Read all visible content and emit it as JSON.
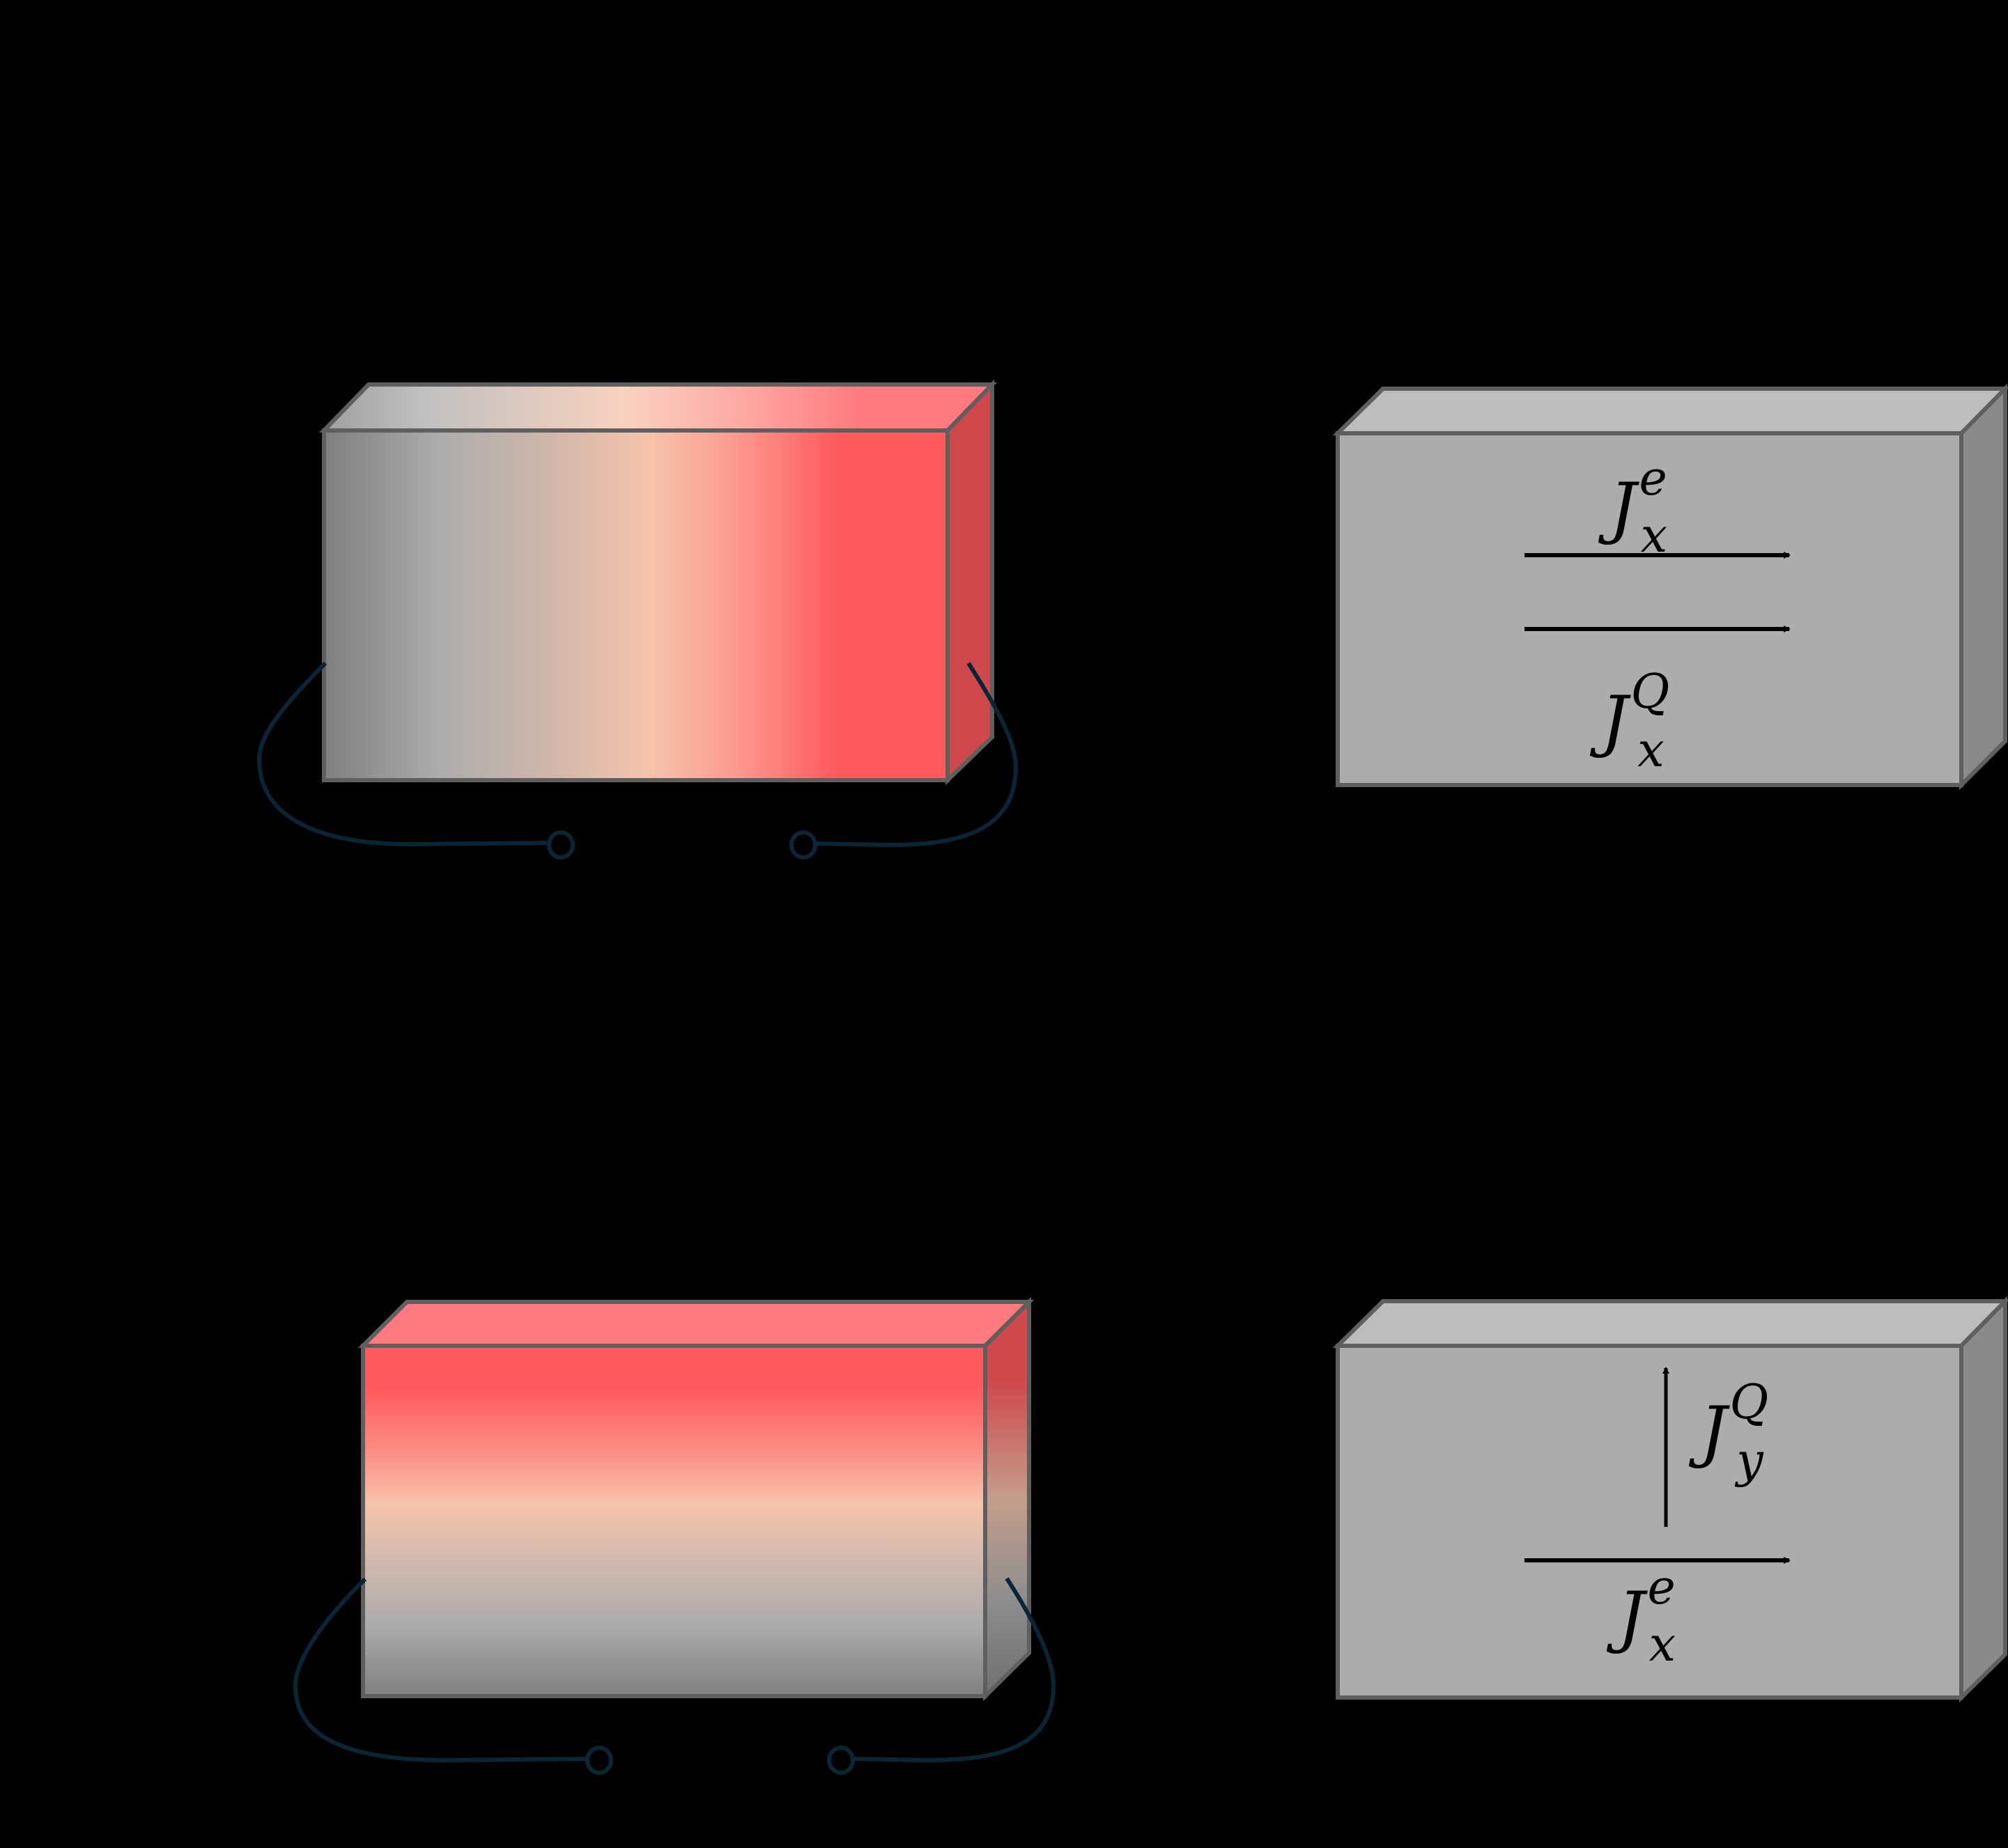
{
  "diagram": {
    "type": "thermoelectric-transport-schematic",
    "background": "#000000",
    "colors": {
      "outline": "#5f5f5f",
      "wire": "#0a2535",
      "arrow": "#000000",
      "gray_front": "#acacac",
      "gray_top": "#bdbdbd",
      "gray_side": "#8a8a8a",
      "hot_red": "#ff5a5e",
      "hot_top": "#ff7a7e",
      "hot_side": "#cf484c",
      "peach": "#f6c6ae",
      "cool_gray": "#888888"
    },
    "panels": [
      {
        "id": "top-left",
        "description": "Sample with horizontal temperature gradient (gray left, red right) with two voltage leads",
        "gradient_direction": "horizontal",
        "leads": 2
      },
      {
        "id": "top-right",
        "description": "Gray sample showing parallel currents",
        "labels": [
          {
            "base": "J",
            "sup": "e",
            "sub": "x"
          },
          {
            "base": "J",
            "sup": "Q",
            "sub": "x"
          }
        ],
        "arrows": [
          "right",
          "right"
        ]
      },
      {
        "id": "bottom-left",
        "description": "Sample with vertical temperature gradient (red top, gray bottom) with two voltage leads",
        "gradient_direction": "vertical",
        "leads": 2
      },
      {
        "id": "bottom-right",
        "description": "Gray sample showing transverse heat current",
        "labels": [
          {
            "base": "J",
            "sup": "Q",
            "sub": "y"
          },
          {
            "base": "J",
            "sup": "e",
            "sub": "x"
          }
        ],
        "arrows": [
          "up",
          "right"
        ]
      }
    ]
  }
}
